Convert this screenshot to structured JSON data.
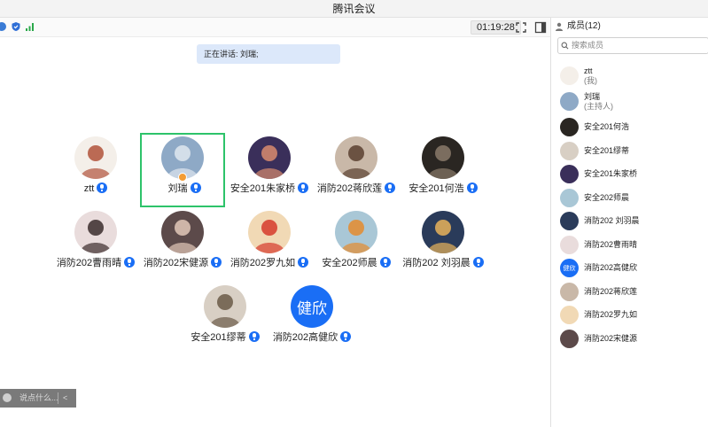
{
  "window": {
    "title": "腾讯会议"
  },
  "toolbar": {
    "timer": "01:19:28"
  },
  "banner": {
    "speaking_text": "正在讲话: 刘瑞;"
  },
  "participants": [
    {
      "name": "ztt",
      "bg": "#f4efe9",
      "fg": "#b0523a"
    },
    {
      "name": "刘瑞",
      "bg": "#8ea9c6",
      "fg": "#dfe7ef",
      "active": true,
      "host": true
    },
    {
      "name": "安全201朱家桥",
      "bg": "#3a2f5a",
      "fg": "#d98b6e"
    },
    {
      "name": "消防202蒋欣莲",
      "bg": "#c9b8a8",
      "fg": "#5a4030"
    },
    {
      "name": "安全201何浩",
      "bg": "#2a2622",
      "fg": "#8a7a6a"
    },
    {
      "name": "消防202曹雨晴",
      "bg": "#e9dcdc",
      "fg": "#3a2b2b"
    },
    {
      "name": "消防202宋健源",
      "bg": "#5c4a4a",
      "fg": "#e2c8b8"
    },
    {
      "name": "消防202罗九如",
      "bg": "#f1d9b5",
      "fg": "#d6392b"
    },
    {
      "name": "安全202师晨",
      "bg": "#a9c7d6",
      "fg": "#e58b2e"
    },
    {
      "name": "消防202 刘羽晨",
      "bg": "#2a3b5a",
      "fg": "#e8b35a"
    },
    {
      "name": "安全201缪蒂",
      "bg": "#d8cfc4",
      "fg": "#6b5a48"
    },
    {
      "name": "消防202高健欣",
      "bg": "#1a6ef5",
      "fg": "#ffffff",
      "text_avatar": "健欣"
    }
  ],
  "chat": {
    "placeholder": "说点什么...",
    "collapse": "<"
  },
  "panel": {
    "title": "成员(12)",
    "search_placeholder": "搜索成员",
    "members": [
      {
        "name": "ztt",
        "sub": "(我)",
        "bg": "#f4efe9"
      },
      {
        "name": "刘瑞",
        "sub": "(主持人)",
        "bg": "#8ea9c6"
      },
      {
        "name": "安全201何浩",
        "bg": "#2a2622"
      },
      {
        "name": "安全201缪蒂",
        "bg": "#d8cfc4"
      },
      {
        "name": "安全201朱家桥",
        "bg": "#3a2f5a"
      },
      {
        "name": "安全202师晨",
        "bg": "#a9c7d6"
      },
      {
        "name": "消防202 刘羽晨",
        "bg": "#2a3b5a"
      },
      {
        "name": "消防202曹雨晴",
        "bg": "#e9dcdc"
      },
      {
        "name": "消防202高健欣",
        "bg": "#1a6ef5",
        "text_avatar": "健欣"
      },
      {
        "name": "消防202蒋欣莲",
        "bg": "#c9b8a8"
      },
      {
        "name": "消防202罗九如",
        "bg": "#f1d9b5"
      },
      {
        "name": "消防202宋健源",
        "bg": "#5c4a4a"
      }
    ]
  },
  "colors": {
    "accent": "#1a6ef5",
    "active_border": "#2dc36a",
    "banner_bg": "#dce8fa"
  }
}
